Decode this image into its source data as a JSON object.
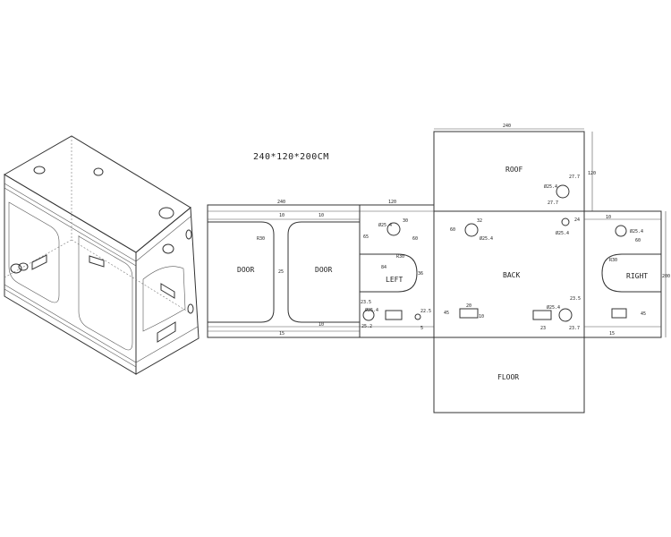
{
  "title": "240*120*200CM",
  "panels": {
    "door_left": "DOOR",
    "door_right": "DOOR",
    "left": "LEFT",
    "back": "BACK",
    "right": "RIGHT",
    "roof": "ROOF",
    "floor": "FLOOR"
  },
  "dims": {
    "front_width": "240",
    "left_width": "120",
    "roof_width": "240",
    "roof_height": "120",
    "back_height": "200",
    "front_top_band": "10",
    "front_bottom_band": "10",
    "door_gap": "25",
    "door_radius": "R30",
    "left_h": "65",
    "left_r": "R30",
    "left_w": "84",
    "left_gap": "36",
    "port_l_ang": "Ø25.4",
    "port_l_30": "30",
    "port_l_60": "60",
    "back_port_60": "60",
    "back_port_32": "32",
    "back_port_d": "Ø25.4",
    "roof_port_d": "Ø25.4",
    "roof_port_277a": "27.7",
    "roof_port_277b": "27.7",
    "back_port_right_d": "Ø25.4",
    "back_port_right_24": "24",
    "right_port_10": "10",
    "right_port_60": "60",
    "right_port_d": "Ø25.4",
    "right_r": "R30",
    "right_45": "45",
    "right_15": "15",
    "left_lower_235": "23.5",
    "left_lower_d": "Ø25.4",
    "left_lower_252": "25.2",
    "left_lower_225": "22.5",
    "left_lower_5": "5",
    "back_low_45": "45",
    "back_low_20": "20",
    "back_low_10": "10",
    "back_low_235": "23.5",
    "back_low_d": "Ø25.4",
    "back_low_237": "23.7",
    "front_15": "15",
    "right_23": "23"
  },
  "colors": {
    "line": "#333333",
    "background": "#ffffff"
  }
}
